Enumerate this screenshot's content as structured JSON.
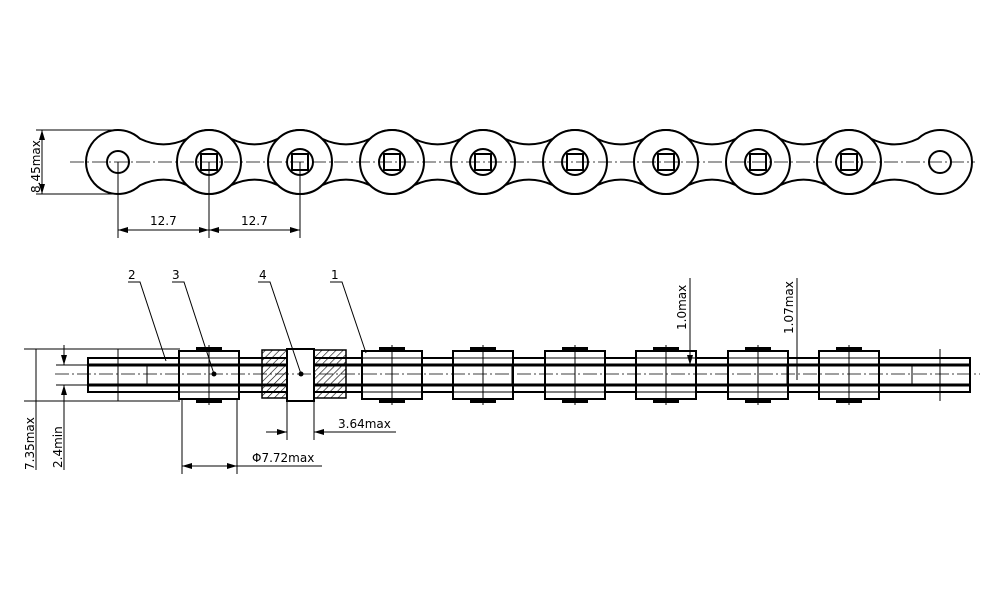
{
  "title": "Roller chain drawing (12.7 pitch)",
  "top_view": {
    "height_label": "8.45max",
    "pitch_labels": [
      "12.7",
      "12.7"
    ]
  },
  "side_view": {
    "callouts": [
      "2",
      "3",
      "4",
      "1"
    ],
    "dims": {
      "plate_thickness_outer": "1.0max",
      "plate_thickness_inner": "1.07max",
      "pin_width": "3.64max",
      "roller_diameter": "Φ7.72max",
      "overall_width": "7.35max",
      "inner_width": "2.4min"
    }
  },
  "colors": {
    "line": "#000000",
    "background": "#ffffff"
  }
}
